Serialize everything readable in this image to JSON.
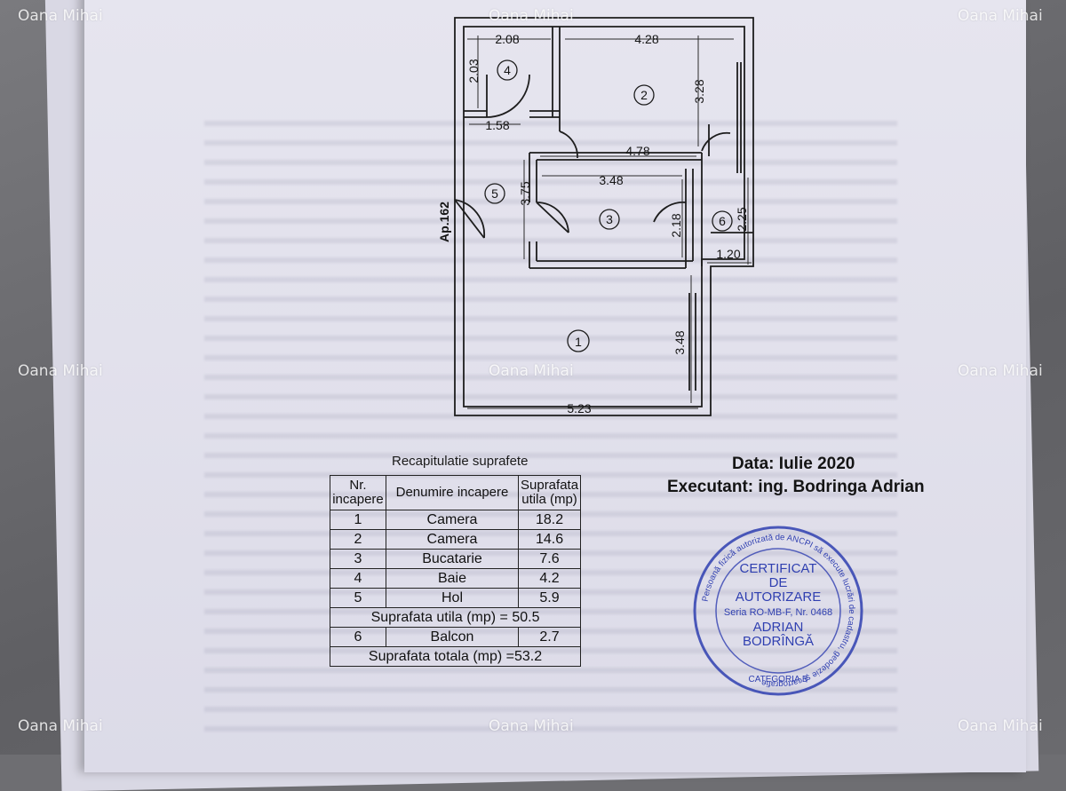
{
  "watermark": "Oana Mihai",
  "plan": {
    "apartment_label": "Ap.162",
    "room_numbers": [
      "1",
      "2",
      "3",
      "4",
      "5",
      "6"
    ],
    "dimensions": [
      "2.08",
      "4.28",
      "2.03",
      "3.28",
      "1.58",
      "4.78",
      "3.48",
      "3.75",
      "2.18",
      "2.25",
      "1.20",
      "3.48",
      "5.23"
    ]
  },
  "summary": {
    "heading": "Recapitulatie suprafete",
    "col_no": "Nr. incapere",
    "col_name": "Denumire incapere",
    "col_area": "Suprafata utila (mp)",
    "rows": [
      {
        "no": "1",
        "name": "Camera",
        "area": "18.2"
      },
      {
        "no": "2",
        "name": "Camera",
        "area": "14.6"
      },
      {
        "no": "3",
        "name": "Bucatarie",
        "area": "7.6"
      },
      {
        "no": "4",
        "name": "Baie",
        "area": "4.2"
      },
      {
        "no": "5",
        "name": "Hol",
        "area": "5.9"
      }
    ],
    "useful_total": "Suprafata utila (mp) = 50.5",
    "balcony": {
      "no": "6",
      "name": "Balcon",
      "area": "2.7"
    },
    "grand_total": "Suprafata totala (mp) =53.2"
  },
  "info": {
    "date": "Data: Iulie 2020",
    "executant": "Executant: ing. Bodringa  Adrian"
  },
  "stamp": {
    "line1": "CERTIFICAT",
    "line2": "DE",
    "line3": "AUTORIZARE",
    "series": "Seria RO-MB-F, Nr. 0468",
    "name1": "ADRIAN",
    "name2": "BODRÎNGĂ",
    "ring": "Persoană fizică autorizată de ANCPI să execute lucrări de cadastru, geodezie şi cartografie",
    "category": "CATEGORIA B"
  },
  "colors": {
    "ink": "#1a1a1a",
    "stamp": "#2f3fb0",
    "paper": "#e4e3ee"
  }
}
